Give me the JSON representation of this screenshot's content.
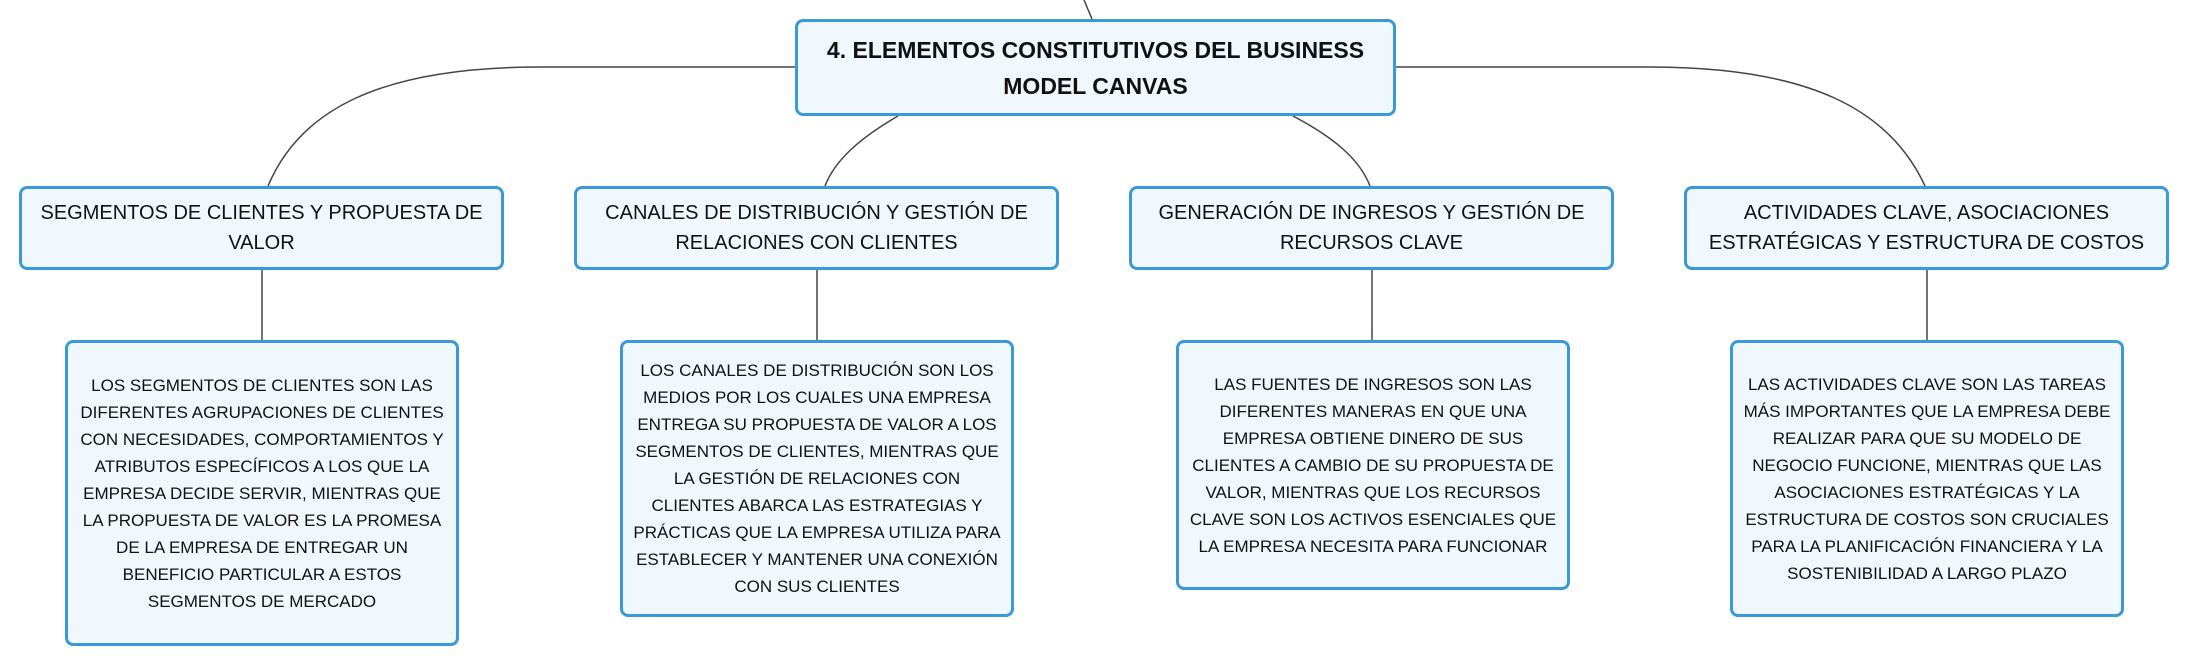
{
  "title": "4. ELEMENTOS CONSTITUTIVOS DEL BUSINESS MODEL CANVAS",
  "colors": {
    "border": "#3a9ad9",
    "fill": "#f0f7fd",
    "line": "#444444"
  },
  "branches": [
    {
      "label": "SEGMENTOS DE CLIENTES Y PROPUESTA DE VALOR",
      "description": "LOS SEGMENTOS DE CLIENTES SON LAS DIFERENTES AGRUPACIONES DE CLIENTES CON NECESIDADES, COMPORTAMIENTOS Y ATRIBUTOS ESPECÍFICOS A LOS QUE LA EMPRESA DECIDE SERVIR, MIENTRAS QUE LA PROPUESTA DE VALOR ES LA PROMESA DE LA EMPRESA DE ENTREGAR UN BENEFICIO PARTICULAR A ESTOS SEGMENTOS DE MERCADO"
    },
    {
      "label": "CANALES DE DISTRIBUCIÓN Y GESTIÓN DE RELACIONES CON CLIENTES",
      "description": "LOS CANALES DE DISTRIBUCIÓN SON LOS MEDIOS POR LOS CUALES UNA EMPRESA ENTREGA SU PROPUESTA DE VALOR A LOS SEGMENTOS DE CLIENTES, MIENTRAS QUE LA GESTIÓN DE RELACIONES CON CLIENTES ABARCA LAS ESTRATEGIAS Y PRÁCTICAS QUE LA EMPRESA UTILIZA PARA ESTABLECER Y MANTENER UNA CONEXIÓN CON SUS CLIENTES"
    },
    {
      "label": "GENERACIÓN DE INGRESOS Y GESTIÓN DE RECURSOS CLAVE",
      "description": "LAS FUENTES DE INGRESOS SON LAS DIFERENTES MANERAS EN QUE UNA EMPRESA OBTIENE DINERO DE SUS CLIENTES A CAMBIO DE SU PROPUESTA DE VALOR, MIENTRAS QUE LOS RECURSOS CLAVE SON LOS ACTIVOS ESENCIALES QUE LA EMPRESA NECESITA PARA FUNCIONAR"
    },
    {
      "label": "ACTIVIDADES CLAVE, ASOCIACIONES ESTRATÉGICAS Y ESTRUCTURA DE COSTOS",
      "description": "LAS ACTIVIDADES CLAVE SON LAS TAREAS MÁS IMPORTANTES QUE LA EMPRESA DEBE REALIZAR PARA QUE SU MODELO DE NEGOCIO FUNCIONE, MIENTRAS QUE LAS ASOCIACIONES ESTRATÉGICAS Y LA ESTRUCTURA DE COSTOS SON CRUCIALES PARA LA PLANIFICACIÓN FINANCIERA Y LA SOSTENIBILIDAD A LARGO PLAZO"
    }
  ]
}
